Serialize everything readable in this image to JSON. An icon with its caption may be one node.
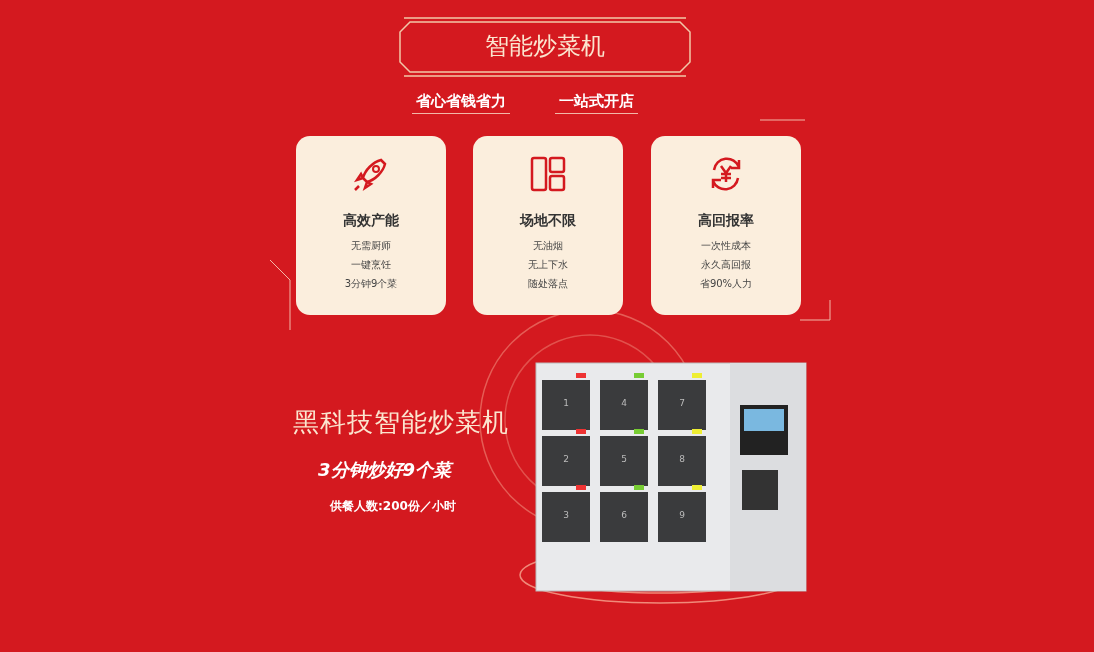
{
  "diagram": {
    "title": "智能炒菜机",
    "nodes": [
      {
        "text": [
          "高效产能",
          "无需厨师",
          "一键烹饪",
          "3分钟9个菜"
        ]
      },
      {
        "text": [
          "场地不限",
          "无油烟",
          "无上下水",
          "随处落点"
        ]
      },
      {
        "text": [
          "高回报率",
          "一次性成本",
          "永久高回报",
          "省90%人力"
        ]
      }
    ],
    "labels": [
      "省心省钱省力",
      "一站式开店",
      "黑科技智能炒菜机",
      "3分钟炒好9个菜",
      "供餐人数:200份／小时",
      "1",
      "4",
      "7",
      "2",
      "5",
      "8",
      "3",
      "6",
      "9"
    ]
  }
}
